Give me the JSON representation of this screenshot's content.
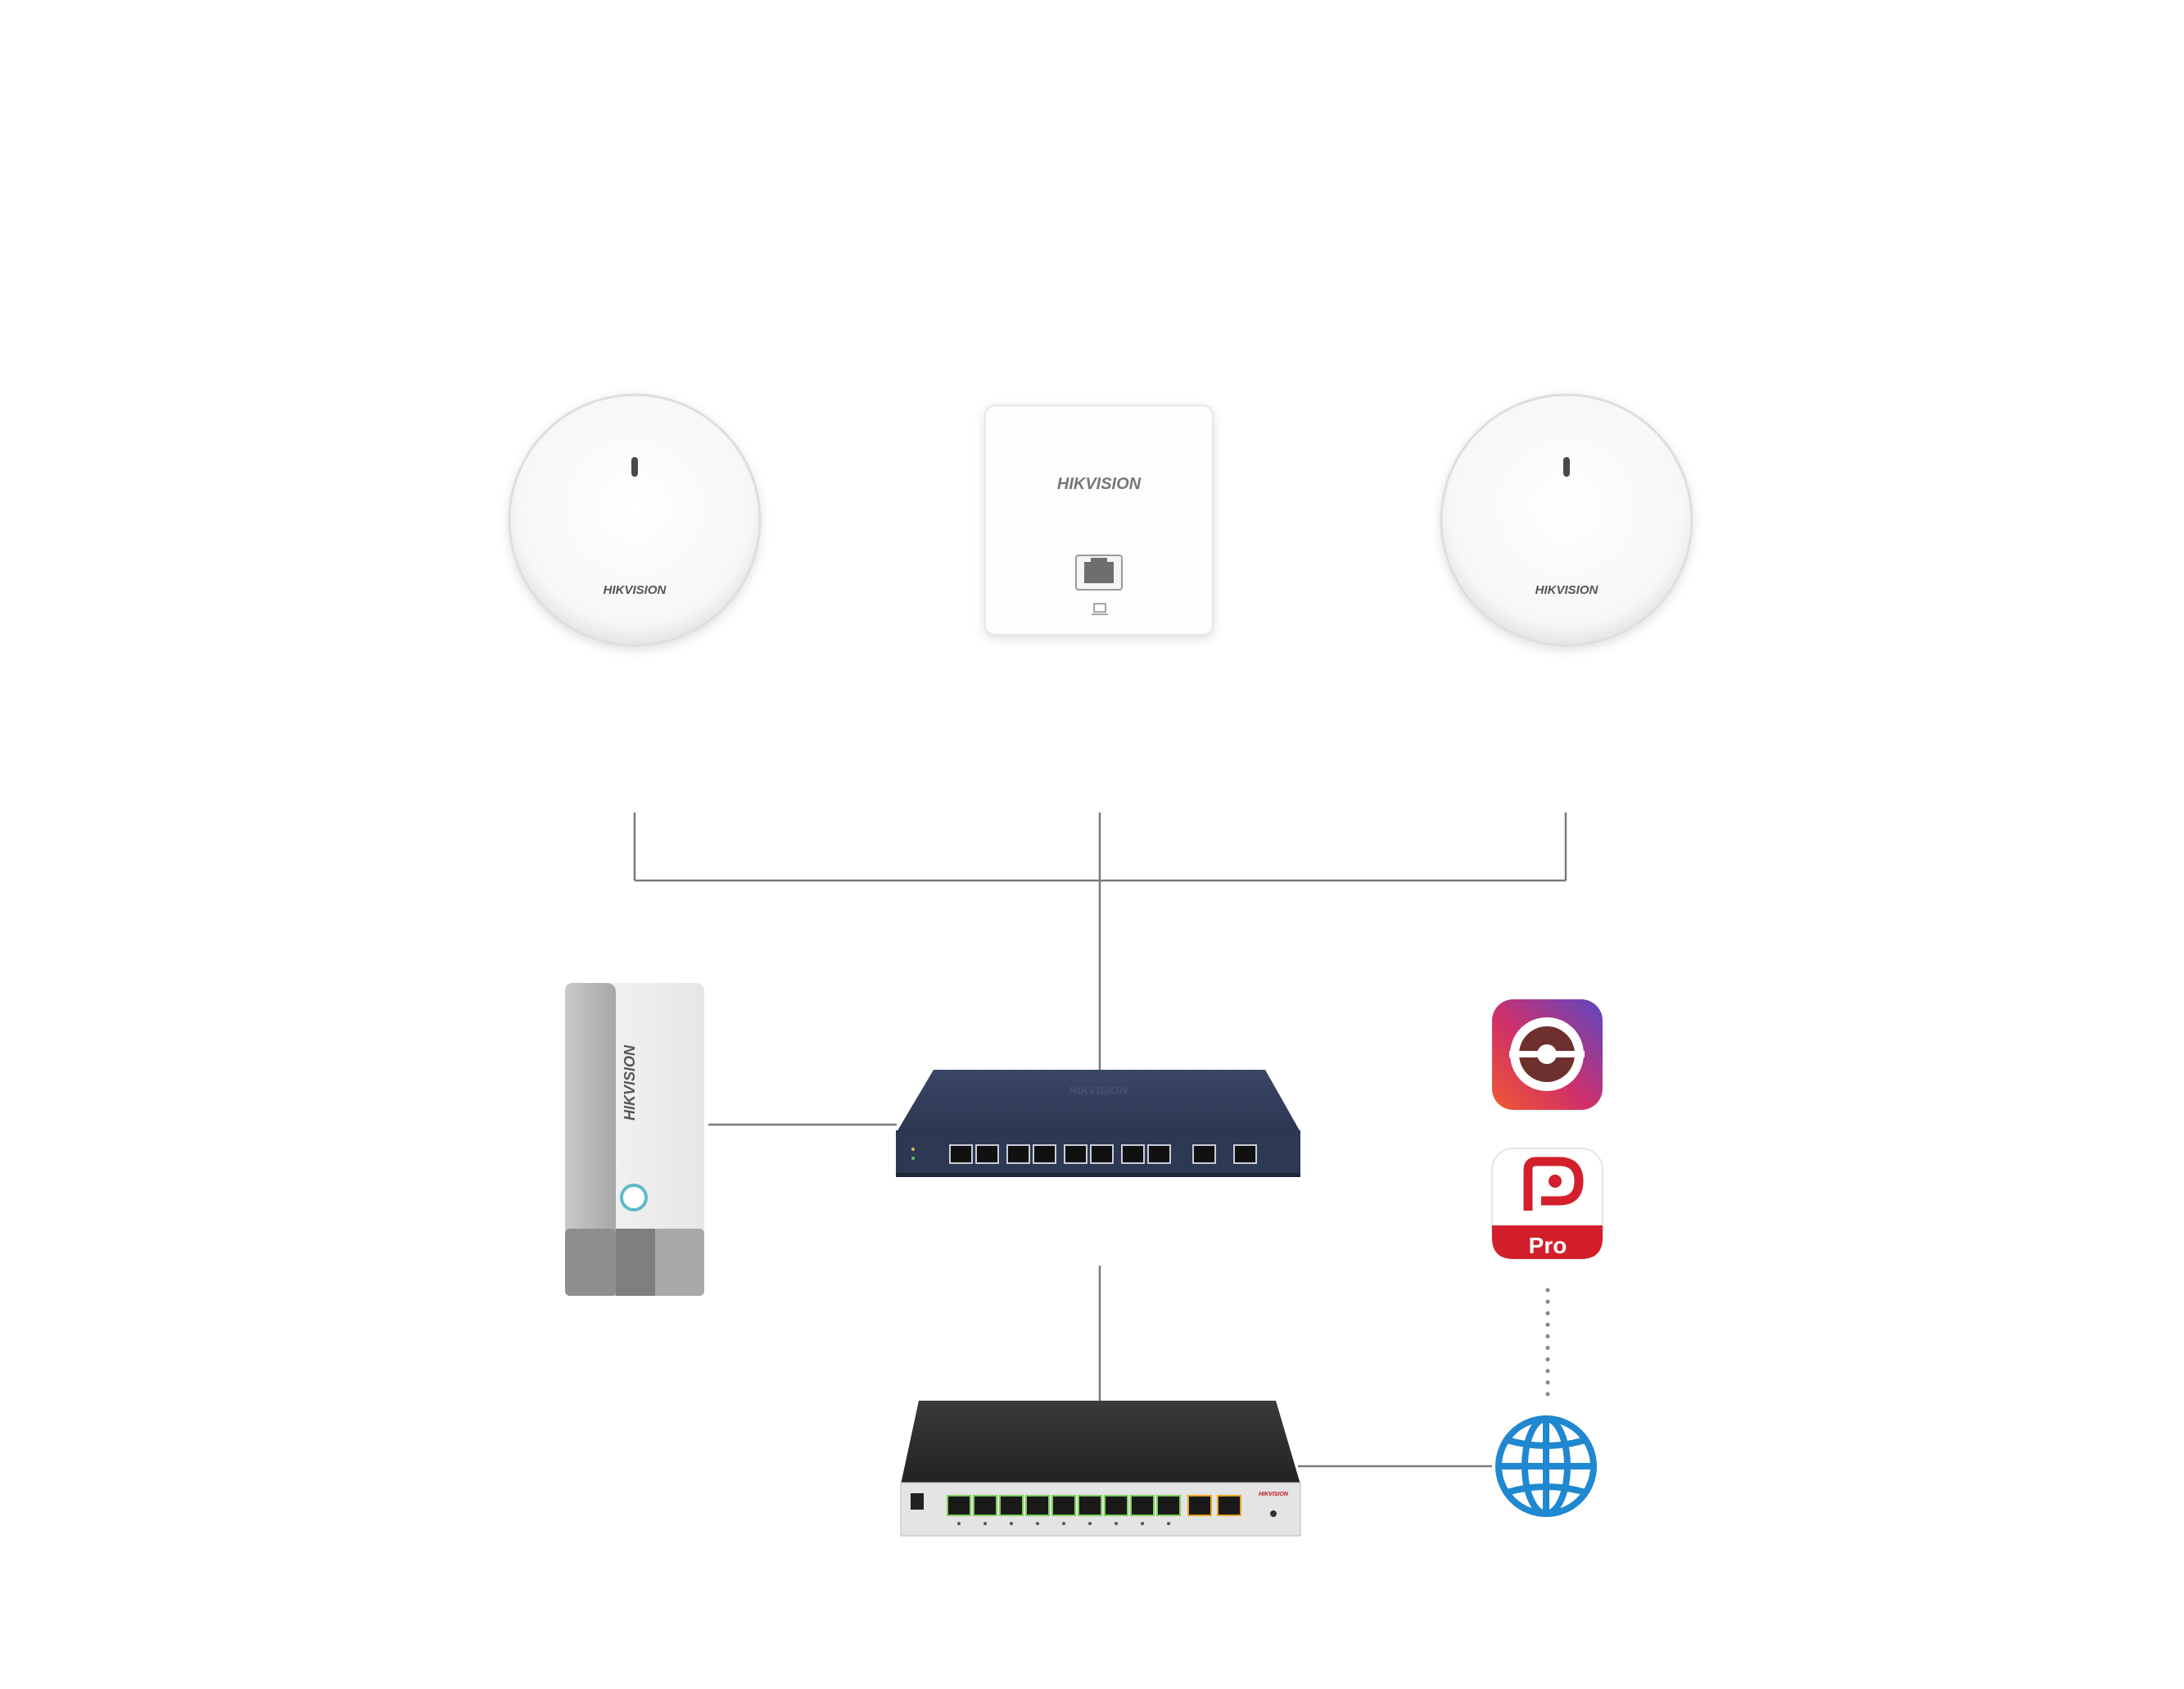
{
  "brand": {
    "name": "HIKVISION"
  },
  "nodes": {
    "ceiling_ap_left": {
      "brand": "HIKVISION"
    },
    "wall_ap": {
      "brand": "HIKVISION"
    },
    "ceiling_ap_right": {
      "brand": "HIKVISION"
    },
    "controller": {
      "brand": "HIKVISION"
    },
    "poe_switch": {
      "brand": "HIKVISION"
    },
    "router": {
      "brand": "HIKVISION"
    },
    "app_hikconnect": {
      "icon": "hik-connect-app-icon"
    },
    "app_hikpartner": {
      "badge": "Pro",
      "icon": "hik-partner-pro-app-icon"
    },
    "internet": {
      "icon": "globe-icon"
    }
  },
  "colors": {
    "line": "#7a7a7a",
    "switch_body": "#2e3a55",
    "router_body": "#2b2b2b",
    "app_red": "#d21f2b",
    "globe_blue": "#1f88d0"
  }
}
